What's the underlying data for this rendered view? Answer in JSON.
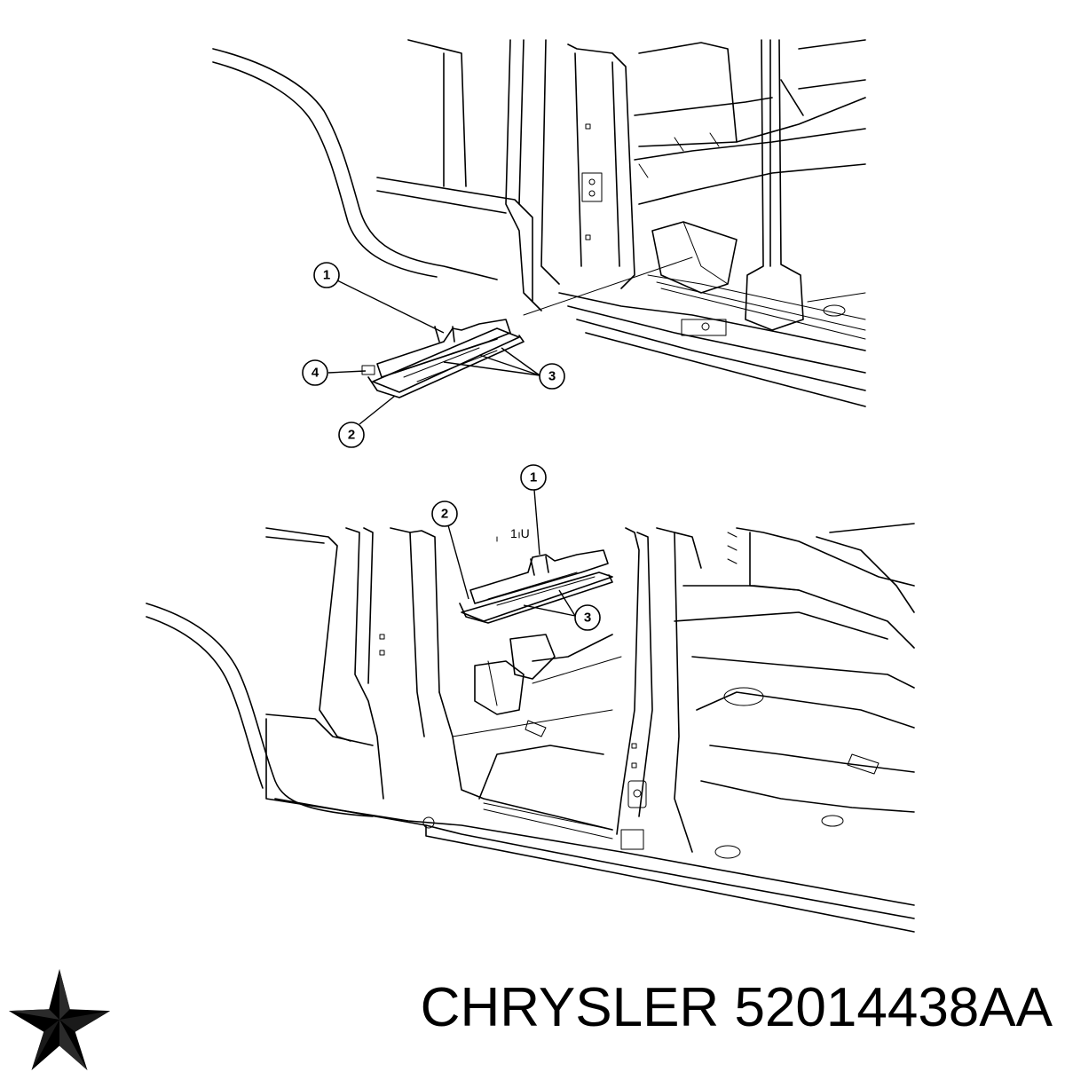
{
  "diagram": {
    "upper_view": {
      "callouts": [
        "1",
        "4",
        "3",
        "2"
      ]
    },
    "lower_view": {
      "callouts": [
        "1",
        "2",
        "3"
      ],
      "stamp_text": "1 U"
    }
  },
  "footer": {
    "brand": "CHRYSLER",
    "part_number": "52014438AA",
    "logo_icon": "chrysler-pentastar-icon"
  }
}
